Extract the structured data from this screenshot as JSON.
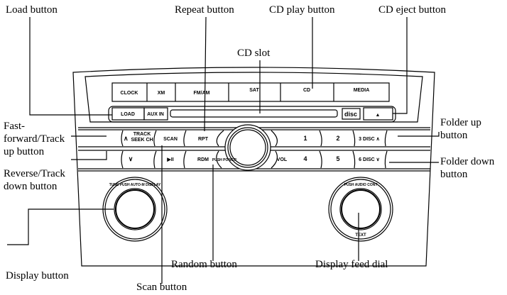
{
  "callouts": {
    "load": "Load button",
    "repeat": "Repeat button",
    "cd_play": "CD play button",
    "cd_eject": "CD eject button",
    "cd_slot": "CD slot",
    "fast_forward": [
      "Fast-",
      "forward/Track",
      "up button"
    ],
    "reverse": [
      "Reverse/Track",
      "down button"
    ],
    "display": "Display button",
    "scan": "Scan button",
    "random": "Random button",
    "display_feed": "Display feed dial",
    "folder_up": [
      "Folder up",
      "button"
    ],
    "folder_down": [
      "Folder down",
      "button"
    ]
  },
  "panel": {
    "top_row": [
      "CLOCK",
      "XM",
      "FM/AM",
      "SAT",
      "CD",
      "MEDIA"
    ],
    "load": "LOAD",
    "aux": "AUX IN",
    "disc_logo": "disc",
    "eject": "▲",
    "row1": [
      "TRACK SEEK CH",
      "SCAN",
      "RPT",
      "1",
      "2",
      "3 DISC ∧"
    ],
    "row2": [
      "∨",
      "▶II",
      "RDM",
      "PUSH POWER",
      "VOL",
      "4",
      "5",
      "6 DISC ∨"
    ],
    "ff_symbol": "∧",
    "left_dial": "TUNE PUSH AUTO-M DISPLAY",
    "right_dial": "PUSH AUDIO CONT",
    "right_dial_bottom": "TEXT"
  }
}
